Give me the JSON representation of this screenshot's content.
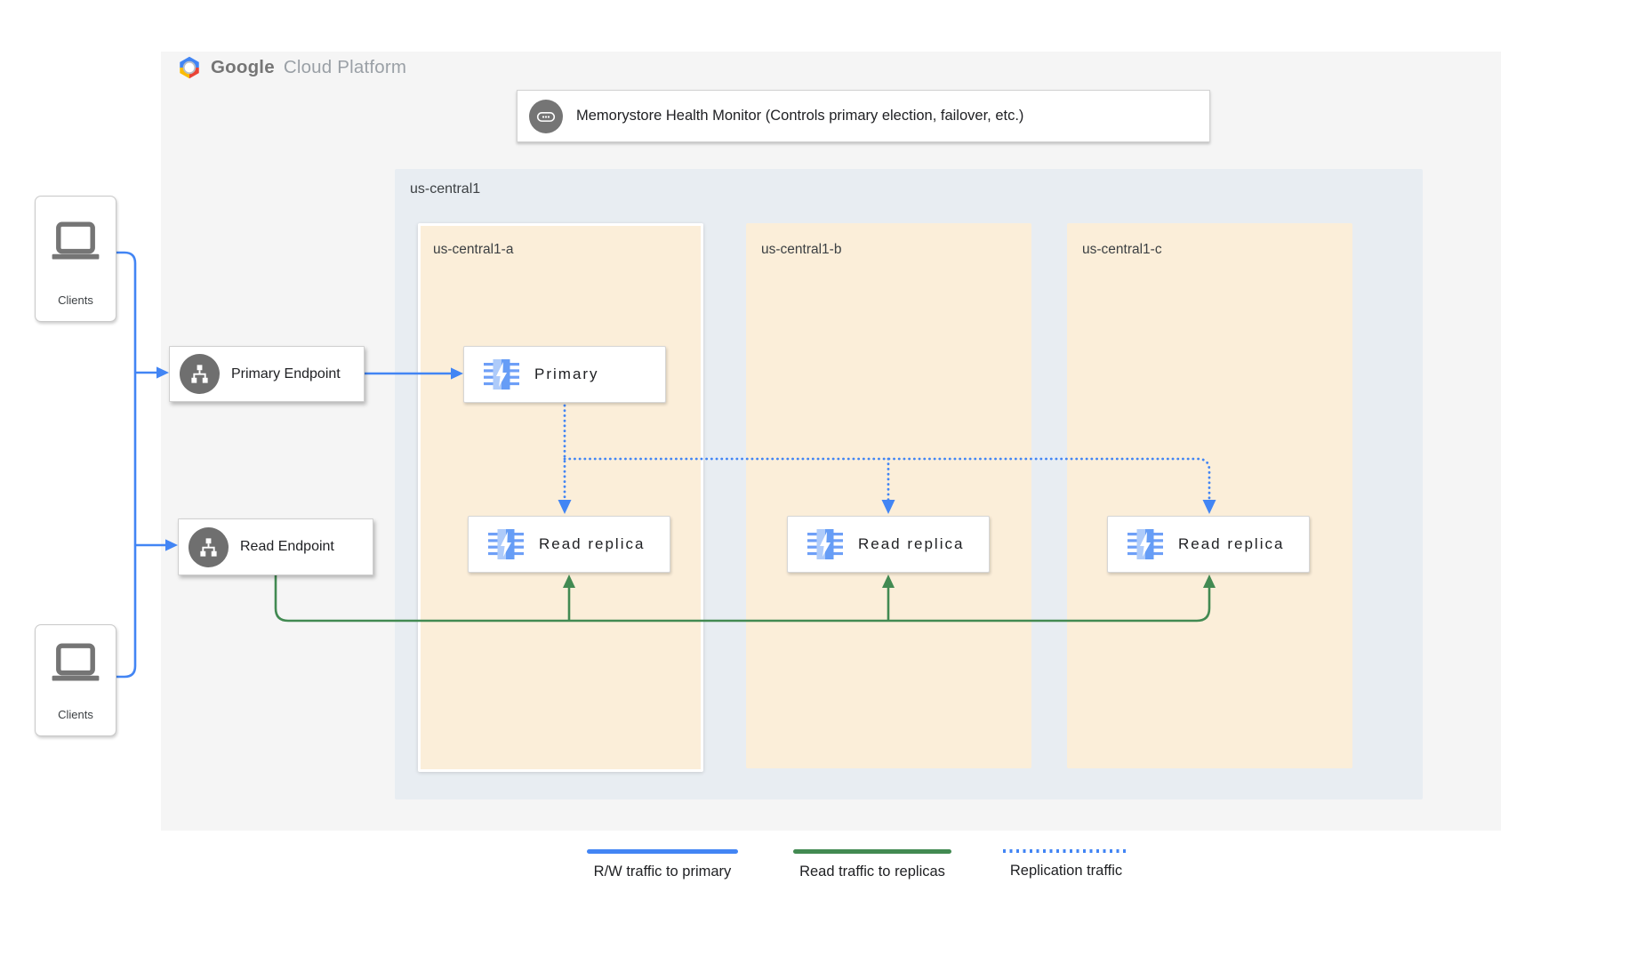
{
  "brand": {
    "name_bold": "Google",
    "name_light": "Cloud Platform"
  },
  "health_monitor": {
    "label": "Memorystore Health Monitor (Controls primary election, failover, etc.)",
    "icon": "ellipsis-console-icon"
  },
  "region": {
    "label": "us-central1",
    "zones": [
      {
        "label": "us-central1-a",
        "highlighted": true
      },
      {
        "label": "us-central1-b",
        "highlighted": false
      },
      {
        "label": "us-central1-c",
        "highlighted": false
      }
    ]
  },
  "nodes": {
    "primary": {
      "label": "Primary",
      "icon": "memorystore-icon"
    },
    "replicas": [
      {
        "label": "Read replica",
        "icon": "memorystore-icon"
      },
      {
        "label": "Read replica",
        "icon": "memorystore-icon"
      },
      {
        "label": "Read replica",
        "icon": "memorystore-icon"
      }
    ]
  },
  "endpoints": {
    "primary": {
      "label": "Primary Endpoint",
      "icon": "network-endpoint-icon"
    },
    "read": {
      "label": "Read Endpoint",
      "icon": "network-endpoint-icon"
    }
  },
  "clients": [
    {
      "label": "Clients",
      "icon": "laptop-icon"
    },
    {
      "label": "Clients",
      "icon": "laptop-icon"
    }
  ],
  "legend": [
    {
      "label": "R/W traffic to primary",
      "style": "solid",
      "color": "#4285f4"
    },
    {
      "label": "Read traffic to replicas",
      "style": "solid",
      "color": "#428a52"
    },
    {
      "label": "Replication traffic",
      "style": "dotted",
      "color": "#4285f4"
    }
  ],
  "colors": {
    "panel": "#f5f5f5",
    "region_fill": "#e8edf2",
    "zone_fill": "#fbeed9",
    "rw_traffic_blue": "#4285f4",
    "read_traffic_green": "#428a52",
    "replication_blue": "#4285f4",
    "icon_gray": "#6f6f6f"
  }
}
